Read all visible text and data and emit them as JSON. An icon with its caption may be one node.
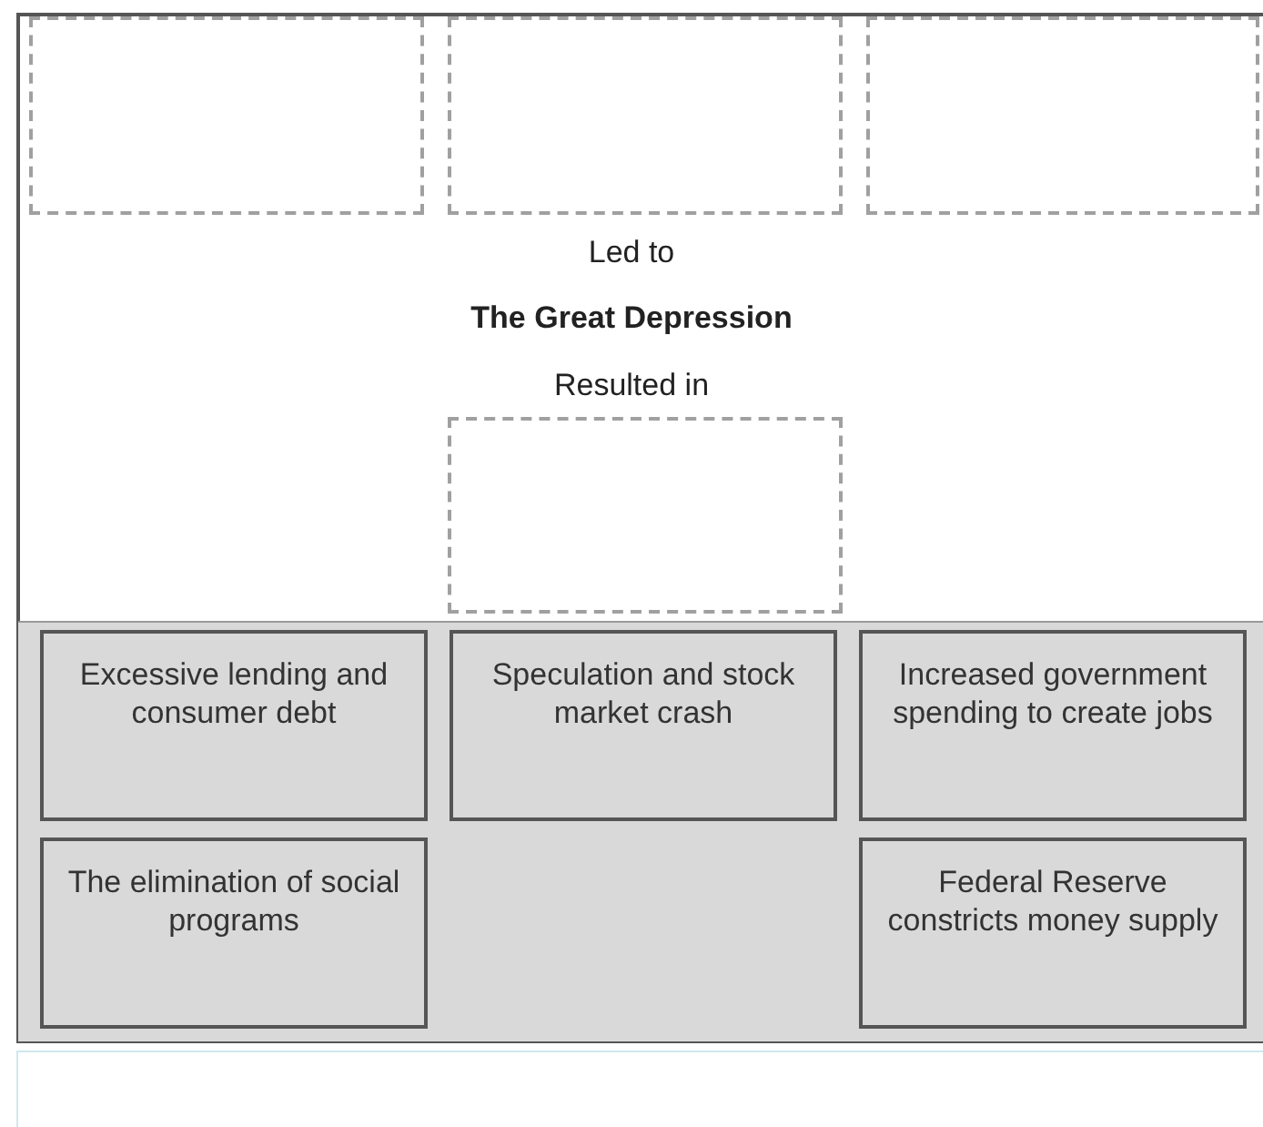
{
  "diagram": {
    "nodes": [
      {
        "text": [],
        "shape": "box"
      },
      {
        "text": [],
        "shape": "box"
      },
      {
        "text": [],
        "shape": "box"
      },
      {
        "text": [],
        "shape": "box"
      },
      {
        "text": [
          "Excessive lending and consumer debt"
        ]
      },
      {
        "text": [
          "Speculation and stock market crash"
        ]
      },
      {
        "text": [
          "Increased government spending to create jobs"
        ]
      },
      {
        "text": [
          "The elimination of social programs"
        ]
      },
      {
        "text": [
          "Federal Reserve constricts money supply"
        ]
      }
    ],
    "labels": [
      "Led to",
      "The Great Depression",
      "Resulted in"
    ]
  }
}
